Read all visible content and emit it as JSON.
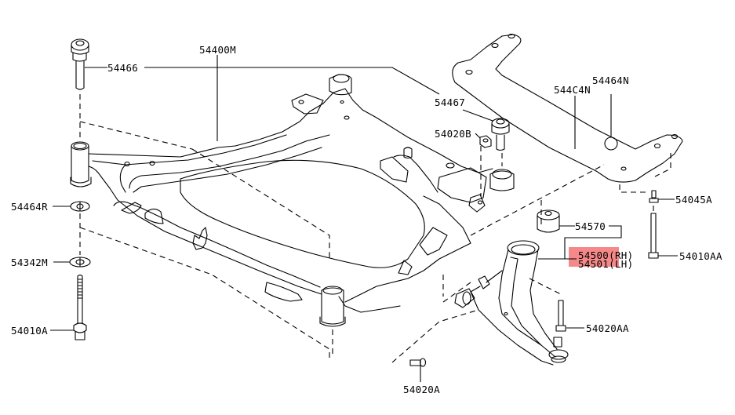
{
  "diagram": {
    "title": "Front suspension member / transverse link exploded parts diagram",
    "highlight_color": "#f47c7c",
    "line_color": "#000000",
    "background": "#ffffff",
    "parts": [
      {
        "id": "p54466",
        "number": "54466",
        "desc": "bolt"
      },
      {
        "id": "p54400M",
        "number": "54400M",
        "desc": "front suspension member"
      },
      {
        "id": "p54467",
        "number": "54467",
        "desc": "bolt"
      },
      {
        "id": "p54020B",
        "number": "54020B",
        "desc": "nut"
      },
      {
        "id": "p544C4N",
        "number": "544C4N",
        "desc": "stiffener"
      },
      {
        "id": "p54464N",
        "number": "54464N",
        "desc": "plug"
      },
      {
        "id": "p54045A",
        "number": "54045A",
        "desc": "bolt"
      },
      {
        "id": "p54464R",
        "number": "54464R",
        "desc": "washer"
      },
      {
        "id": "p54342M",
        "number": "54342M",
        "desc": "washer"
      },
      {
        "id": "p54010A",
        "number": "54010A",
        "desc": "bolt"
      },
      {
        "id": "p54570",
        "number": "54570",
        "desc": "bushing"
      },
      {
        "id": "p54500",
        "number": "54500(RH)",
        "desc": "transverse link RH",
        "highlighted": true
      },
      {
        "id": "p54501",
        "number": "54501(LH)",
        "desc": "transverse link LH",
        "highlighted": true
      },
      {
        "id": "p54010AA",
        "number": "54010AA",
        "desc": "bolt"
      },
      {
        "id": "p54020AA",
        "number": "54020AA",
        "desc": "bolt"
      },
      {
        "id": "p54020A",
        "number": "54020A",
        "desc": "bolt"
      }
    ]
  }
}
